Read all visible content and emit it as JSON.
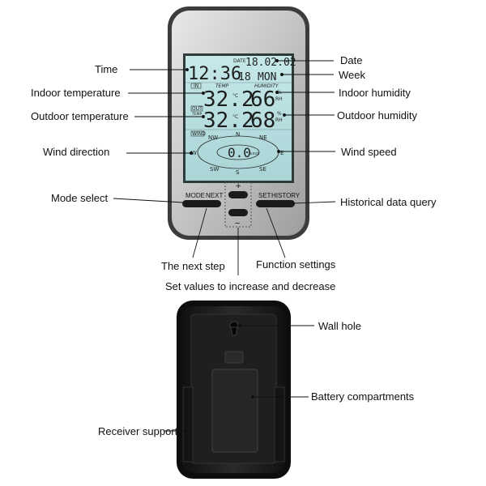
{
  "labels": {
    "time": "Time",
    "date": "Date",
    "week": "Week",
    "indoor_temperature": "Indoor temperature",
    "indoor_humidity": "Indoor humidity",
    "outdoor_temperature": "Outdoor temperature",
    "outdoor_humidity": "Outdoor humidity",
    "wind_direction": "Wind direction",
    "wind_speed": "Wind speed",
    "mode_select": "Mode select",
    "historical_data_query": "Historical data query",
    "next_step": "The next step",
    "function_settings": "Function settings",
    "set_values": "Set values to increase and decrease",
    "wall_hole": "Wall hole",
    "battery_compartments": "Battery compartments",
    "receiver_support": "Receiver support"
  },
  "lcd": {
    "date_tag": "DATE",
    "date_value": "18.02.02",
    "time_value": "12:36",
    "seconds_value": "18",
    "weekday_value": "MON",
    "in_tag": "IN",
    "temp_tag": "TEMP",
    "humidity_tag": "HUMIDITY",
    "indoor_temp_value": "32.2",
    "indoor_humidity_value": "66",
    "out_tag": "OUT",
    "out_temp_tag": "TEMP",
    "outdoor_temp_value": "32.2",
    "outdoor_humidity_value": "68",
    "celsius_unit": "°C",
    "percent_unit": "%",
    "rh_unit": "RH",
    "wind_tag": "WIND",
    "wind_speed_value": "0.0",
    "wind_unit": "km/h",
    "compass": {
      "n": "N",
      "ne": "NE",
      "e": "E",
      "se": "SE",
      "s": "S",
      "sw": "SW",
      "w": "W",
      "nw": "NW"
    }
  },
  "buttons": {
    "mode": "MODE",
    "next": "NEXT",
    "set": "SET",
    "history": "HISTORY",
    "plus": "+",
    "minus": "−"
  },
  "colors": {
    "lcd_bg": "#b9dfe0",
    "body_silver": "#c9c9c9",
    "frame": "#4a4a4a",
    "back_black": "#1a1a1a"
  }
}
